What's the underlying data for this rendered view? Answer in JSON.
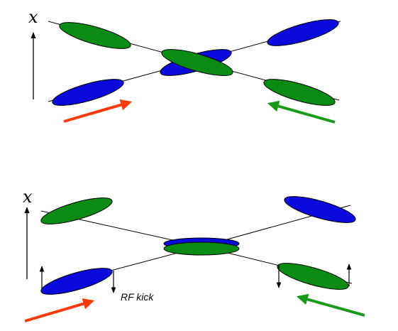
{
  "diagrams": [
    {
      "axis_label": "x"
    },
    {
      "axis_label": "x",
      "kick_label": "RF kick"
    }
  ],
  "colors": {
    "blue_bunch": "#0a0adc",
    "green_bunch": "#0a8c14",
    "red_arrow": "#ff3a0a",
    "green_arrow": "#1a9a1a",
    "lines": "#000000"
  }
}
